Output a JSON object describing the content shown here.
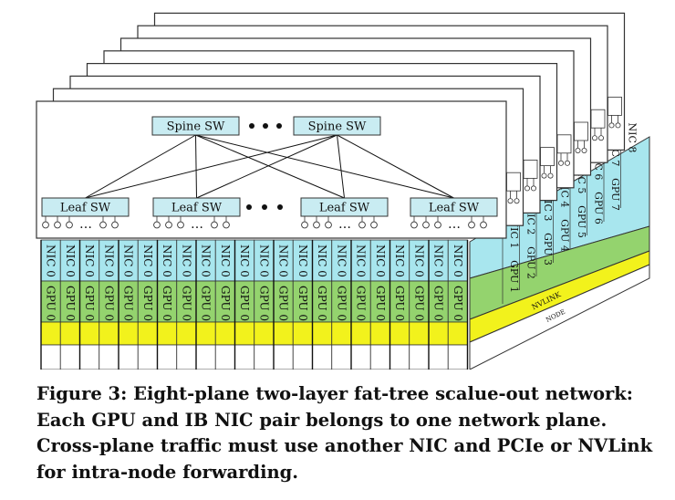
{
  "diagram": {
    "spine_label": "Spine SW",
    "leaf_label": "Leaf SW",
    "port_ellipsis": "…",
    "nic_label_prefix": "NIC",
    "gpu_label_prefix": "GPU",
    "front_plane_nic_index": "0",
    "side_nic_labels": [
      "NIC 1",
      "NIC 2",
      "NIC 3",
      "NIC 4",
      "NIC 5",
      "NIC 6",
      "NIC 7",
      "NIC 8"
    ],
    "side_gpu_labels": [
      "GPU 1",
      "GPU 2",
      "GPU 3",
      "GPU 4",
      "GPU 5",
      "GPU 6",
      "GPU 7"
    ],
    "nvlink_label": "NVLINK",
    "node_label": "NODE",
    "plane_count": 8,
    "colors": {
      "nic": "#a8e6ee",
      "gpu": "#94d36e",
      "nvlink": "#f2f21c",
      "node": "#ffffff",
      "switch_box": "#c9ecf2",
      "plane": "#ffffff",
      "stroke": "#333333"
    }
  },
  "caption": {
    "text": "Figure 3: Eight-plane two-layer fat-tree scalue-out network: Each GPU and IB NIC pair belongs to one network plane. Cross-plane traffic must use another NIC and PCIe or NVLink for intra-node forwarding."
  }
}
